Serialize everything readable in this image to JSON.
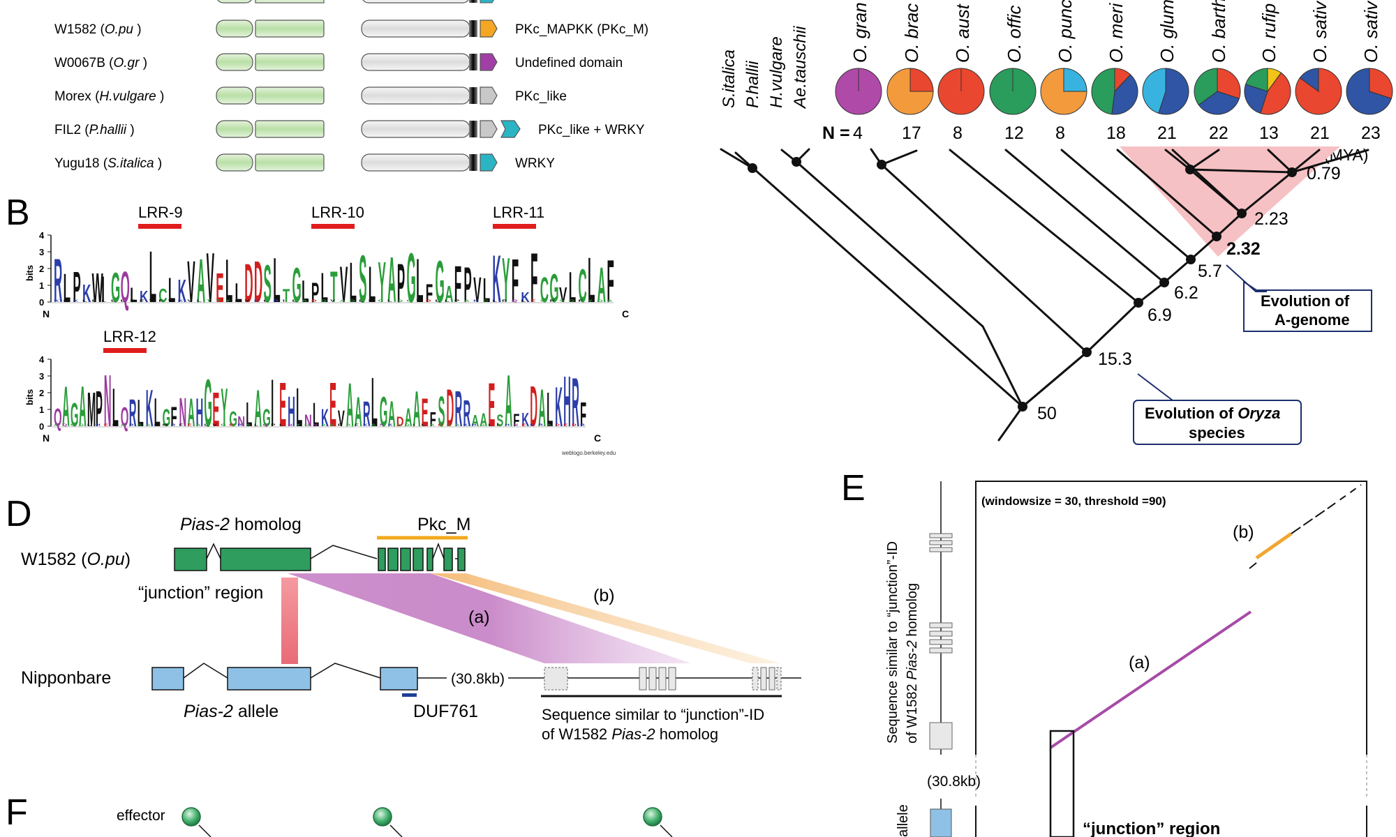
{
  "panelA": {
    "rows": [
      {
        "name": "W1582 (",
        "species": "O.pu",
        "close": " )",
        "domain": "PKc_MAPKK (PKc_M)",
        "endColor": "#f5a623",
        "extra": ""
      },
      {
        "name": "W0067B (",
        "species": "O.gr",
        "close": " )",
        "domain": "Undefined domain",
        "endColor": "#a23fa6",
        "extra": ""
      },
      {
        "name": "Morex (",
        "species": "H.vulgare",
        "close": " )",
        "domain": "PKc_like",
        "endColor": "#c8c8c8",
        "extra": ""
      },
      {
        "name": "FIL2 (",
        "species": "P.hallii",
        "close": " )",
        "domain": "PKc_like + WRKY",
        "endColor": "#c8c8c8",
        "extra": "#2bb5c4"
      },
      {
        "name": "Yugu18 (",
        "species": "S.italica",
        "close": " )",
        "domain": "WRKY",
        "endColor": "#2bb5c4",
        "extra": ""
      }
    ]
  },
  "panelB": {
    "label": "B",
    "logo1": {
      "motifs": [
        "LRR-9",
        "LRR-10",
        "LRR-11"
      ],
      "letters": "RLPKWIGQLKLCLKVAVELLDDSLTGLPLTVLSLYAPGLFGAFPVLKYFKFCGVLCLAF",
      "y_axis": "bits",
      "ticks": [
        "4",
        "3",
        "2",
        "1",
        "0"
      ],
      "n_label": "N",
      "c_label": "C"
    },
    "logo2": {
      "motifs": [
        "LRR-12"
      ],
      "letters": "QAGAMPNLQRLKLGFNAHGEYGNLAGIEHLNLKEVAARLGADAAEFSDRRAAESAFKDALKHRF",
      "y_axis": "bits",
      "ticks": [
        "4",
        "3",
        "2",
        "1",
        "0"
      ],
      "n_label": "N",
      "c_label": "C"
    },
    "credit": "weblogo.berkeley.edu"
  },
  "panelC": {
    "species_plain": [
      "S.italica",
      "P.hallii",
      "H.vulgare",
      "Ae.tauschii"
    ],
    "species_oryza": [
      "O. gran",
      "O. brac",
      "O. aust",
      "O. offic",
      "O. punc",
      "O. meri",
      "O. glum",
      "O. barth",
      "O. rufip",
      "O. sativ",
      "O. sativ"
    ],
    "n_prefix": "N =",
    "n_values": [
      "4",
      "17",
      "8",
      "12",
      "8",
      "18",
      "21",
      "22",
      "13",
      "21",
      "23"
    ],
    "mya_label": "(MYA)",
    "node_labels": [
      "0.79",
      "2.23",
      "2.32",
      "5.7",
      "6.2",
      "6.9",
      "15.3",
      "50"
    ],
    "callout_a_genome": [
      "Evolution of",
      "A-genome"
    ],
    "callout_oryza": [
      "Evolution of ",
      "Oryza",
      "species"
    ],
    "pie_colors": {
      "orange": "#f39a3c",
      "red": "#e9472f",
      "green": "#2a9d5c",
      "blue": "#2f55a4",
      "cyan": "#38b3e0",
      "yellow": "#f2c418",
      "magenta": "#b04aa8"
    }
  },
  "panelD": {
    "label": "D",
    "top_gene": "W1582 (",
    "top_species": "O.pu",
    "top_close": ")",
    "homolog_title_italic": "Pias-2",
    "homolog_title_rest": " homolog",
    "pkc_label": "Pkc_M",
    "junction_label": "“junction” region",
    "label_a": "(a)",
    "label_b": "(b)",
    "bottom_gene": "Nipponbare",
    "allele_italic": "Pias-2",
    "allele_rest": " allele",
    "duf_label": "DUF761",
    "gap_label": "(30.8kb)",
    "similar_line1": "Sequence similar to “junction”-ID",
    "similar_line2_a": "of W1582 ",
    "similar_line2_b": "Pias-2",
    "similar_line2_c": " homolog"
  },
  "panelE": {
    "label": "E",
    "params": "(windowsize = 30, threshold =90)",
    "y_line1": "Sequence similar to  “junction”-ID",
    "y_line2_a": "of W1582 ",
    "y_line2_b": "Pias-2",
    "y_line2_c": " homolog",
    "gap_label": "(30.8kb)",
    "allele_label": "allele",
    "label_a": "(a)",
    "label_b": "(b)",
    "junction_label": "“junction” region"
  },
  "panelF": {
    "label": "F",
    "effector_label": "effector"
  }
}
